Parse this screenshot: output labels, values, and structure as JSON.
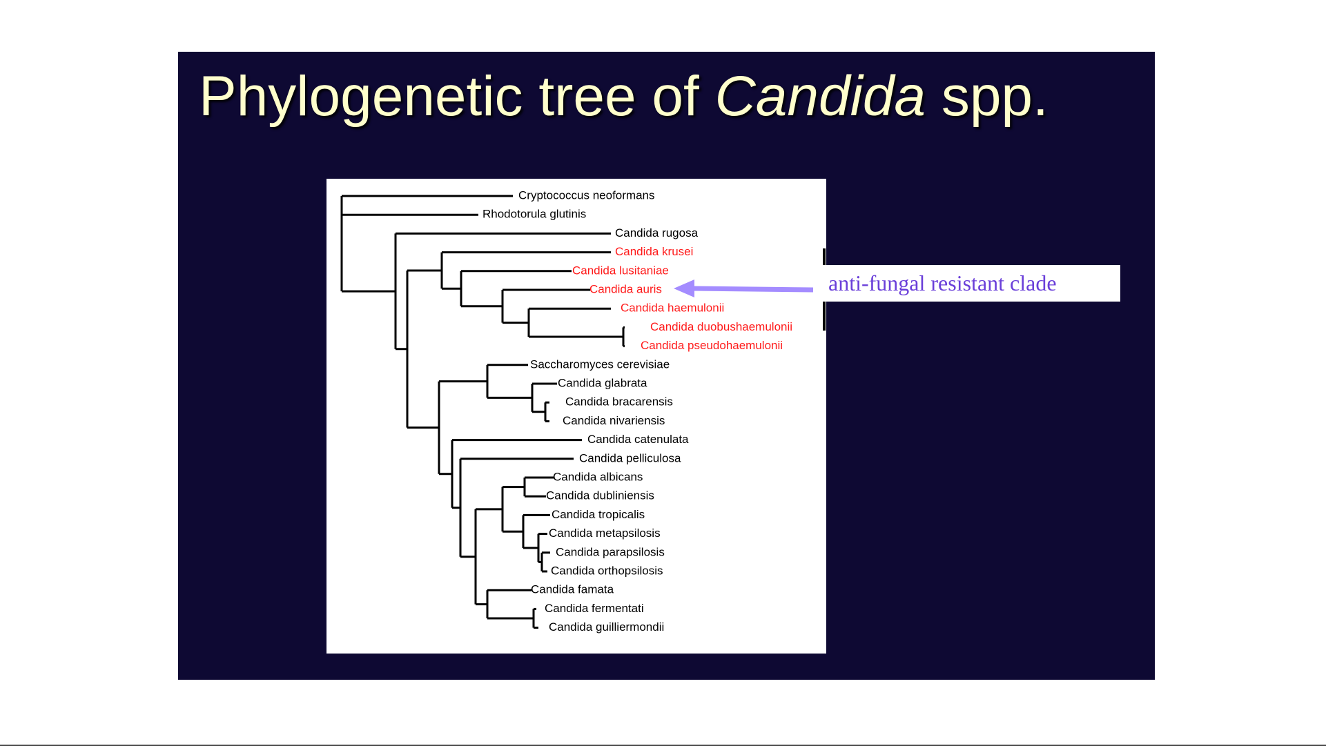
{
  "title": {
    "prefix": "Phylogenetic tree of ",
    "genus": "Candida",
    "suffix": " spp."
  },
  "colors": {
    "slide_background": "#0e0933",
    "title_text": "#ffffcc",
    "highlight_taxa": "#ff1a1a",
    "normal_taxa": "#000000",
    "callout_text": "#6a3fd9",
    "arrow": "#a48cff"
  },
  "tree": {
    "taxa": [
      {
        "label": "Cryptococcus neoformans",
        "highlight": false
      },
      {
        "label": "Rhodotorula glutinis",
        "highlight": false
      },
      {
        "label": "Candida rugosa",
        "highlight": false
      },
      {
        "label": "Candida krusei",
        "highlight": true
      },
      {
        "label": "Candida lusitaniae",
        "highlight": true
      },
      {
        "label": "Candida auris",
        "highlight": true
      },
      {
        "label": "Candida haemulonii",
        "highlight": true
      },
      {
        "label": "Candida duobushaemulonii",
        "highlight": true
      },
      {
        "label": "Candida pseudohaemulonii",
        "highlight": true
      },
      {
        "label": "Saccharomyces cerevisiae",
        "highlight": false
      },
      {
        "label": "Candida glabrata",
        "highlight": false
      },
      {
        "label": "Candida bracarensis",
        "highlight": false
      },
      {
        "label": "Candida nivariensis",
        "highlight": false
      },
      {
        "label": "Candida catenulata",
        "highlight": false
      },
      {
        "label": "Candida pelliculosa",
        "highlight": false
      },
      {
        "label": "Candida albicans",
        "highlight": false
      },
      {
        "label": "Candida dubliniensis",
        "highlight": false
      },
      {
        "label": "Candida tropicalis",
        "highlight": false
      },
      {
        "label": "Candida metapsilosis",
        "highlight": false
      },
      {
        "label": "Candida parapsilosis",
        "highlight": false
      },
      {
        "label": "Candida orthopsilosis",
        "highlight": false
      },
      {
        "label": "Candida famata",
        "highlight": false
      },
      {
        "label": "Candida fermentati",
        "highlight": false
      },
      {
        "label": "Candida guilliermondii",
        "highlight": false
      }
    ]
  },
  "callout": {
    "text": "anti-fungal resistant clade",
    "points_to": "Candida auris"
  }
}
